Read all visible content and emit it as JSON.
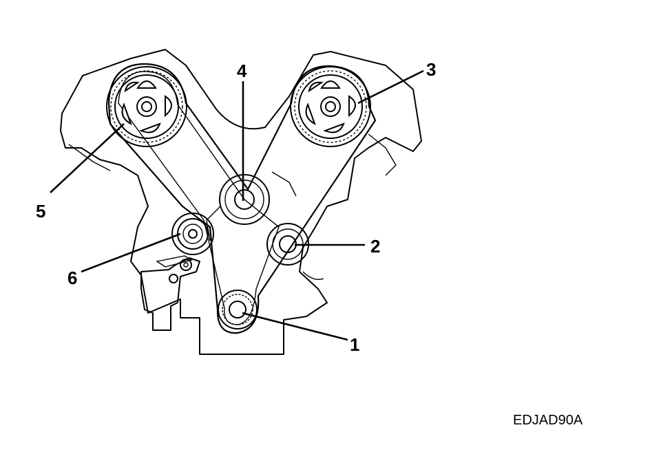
{
  "callouts": [
    {
      "id": "1",
      "label": "1"
    },
    {
      "id": "2",
      "label": "2"
    },
    {
      "id": "3",
      "label": "3"
    },
    {
      "id": "4",
      "label": "4"
    },
    {
      "id": "5",
      "label": "5"
    },
    {
      "id": "6",
      "label": "6"
    }
  ],
  "figure_code": "EDJAD90A"
}
